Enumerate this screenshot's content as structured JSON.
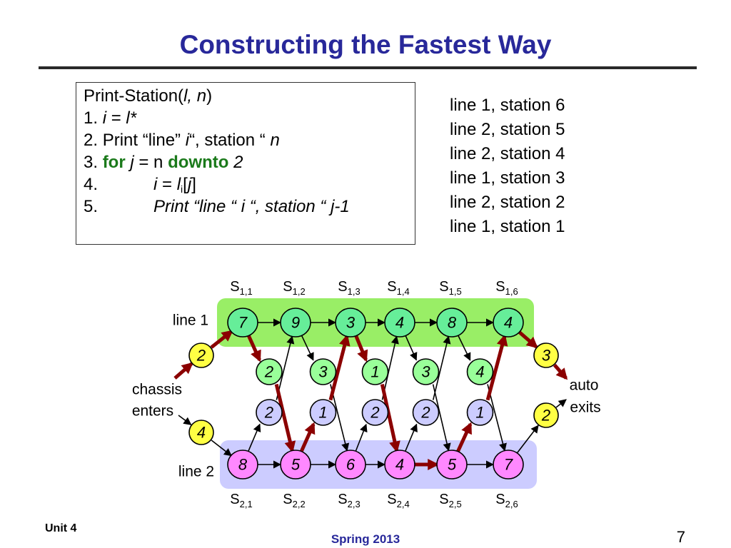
{
  "title": "Constructing the Fastest Way",
  "pseudocode": {
    "header_name": "Print-Station(",
    "header_args": "l, n",
    "header_close": ")",
    "line1_num": "1.",
    "line1_var": "i",
    "line1_eq": "=",
    "line1_val": "l*",
    "line2_num": "2.",
    "line2_text": "Print “line”",
    "line2_var": "i",
    "line2_text2": "“, station “",
    "line2_var2": "n",
    "line3_num": "3.",
    "line3_for": "for",
    "line3_var": "j",
    "line3_eq": "= n",
    "line3_downto": "downto",
    "line3_end": "2",
    "line4_num": "4.",
    "line4_lhs": "i",
    "line4_eq": "=",
    "line4_l": "l",
    "line4_sub": "i",
    "line4_open": "[",
    "line4_j": "j",
    "line4_close": "]",
    "line5_num": "5.",
    "line5_text": "Print “line “ i “, station “ j-1"
  },
  "output_lines": [
    "line 1, station 6",
    "line 2, station 5",
    "line 2, station 4",
    "line 1, station 3",
    "line 2, station 2",
    "line 1, station 1"
  ],
  "diagram": {
    "labels": {
      "line1": "line 1",
      "line2": "line 2",
      "chassis1": "chassis",
      "chassis2": "enters",
      "auto1": "auto",
      "auto2": "exits"
    },
    "station_labels_top": [
      "S1,1",
      "S1,2",
      "S1,3",
      "S1,4",
      "S1,5",
      "S1,6"
    ],
    "station_labels_bottom": [
      "S2,1",
      "S2,2",
      "S2,3",
      "S2,4",
      "S2,5",
      "S2,6"
    ],
    "line1_times": [
      "7",
      "9",
      "3",
      "4",
      "8",
      "4"
    ],
    "line2_times": [
      "8",
      "5",
      "6",
      "4",
      "5",
      "7"
    ],
    "transfer_1_to_2": [
      "2",
      "3",
      "1",
      "3",
      "4"
    ],
    "transfer_2_to_1": [
      "2",
      "1",
      "2",
      "2",
      "1"
    ],
    "entry": [
      "2",
      "4"
    ],
    "exit": [
      "3",
      "2"
    ],
    "colors": {
      "line1_band": "#99ee66",
      "line2_band": "#ccccff",
      "line1_node": "#66ee99",
      "line2_node": "#ff88ff",
      "transfer_top": "#99ff99",
      "transfer_bottom": "#ccccff",
      "entry_exit": "#ffff44",
      "highlight_arrow": "#8b0000"
    }
  },
  "footer": {
    "unit": "Unit 4",
    "term": "Spring 2013",
    "page": "7"
  }
}
